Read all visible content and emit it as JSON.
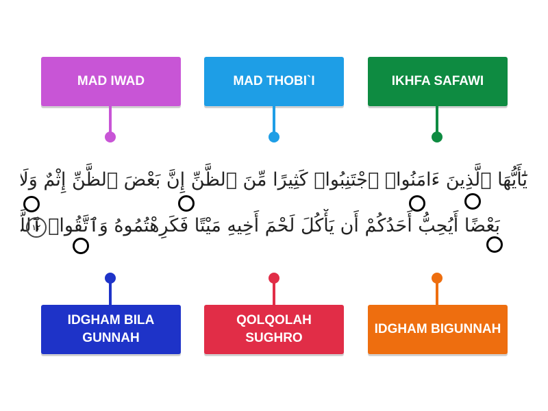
{
  "colors": {
    "purple": "#C855D6",
    "sky": "#1E9EE6",
    "green": "#0E8B41",
    "navy": "#1E33C8",
    "red": "#E12D47",
    "orange": "#EE6E0F"
  },
  "top_labels": [
    {
      "text": "MAD IWAD",
      "color": "#C855D6"
    },
    {
      "text": "MAD THOBI`I",
      "color": "#1E9EE6"
    },
    {
      "text": "IKHFA SAFAWI",
      "color": "#0E8B41"
    }
  ],
  "bottom_labels": [
    {
      "text": "IDGHAM BILA GUNNAH",
      "color": "#1E33C8"
    },
    {
      "text": "QOLQOLAH SUGHRO",
      "color": "#E12D47"
    },
    {
      "text": "IDGHAM BIGUNNAH",
      "color": "#EE6E0F"
    }
  ],
  "verse": {
    "line1": "يَٰٓأَيُّهَا ٱلَّذِينَ ءَامَنُوا۟ ٱجْتَنِبُوا۟ كَثِيرًا مِّنَ ٱلظَّنِّ إِنَّ بَعْضَ ٱلظَّنِّ إِثْمٌ وَلَا تَجَسَّسُوا۟ وَلَا يَغْتَب بَّعْضُكُم",
    "line2": "بَعْضًا أَيُحِبُّ أَحَدُكُمْ أَن يَأْكُلَ لَحْمَ أَخِيهِ مَيْتًا فَكَرِهْتُمُوهُ وَٱتَّقُوا۟ ٱللَّهَ إِنَّ ٱللَّهَ تَوَّابٌ رَّحِيمٌ",
    "ayah_number": "١٢"
  }
}
